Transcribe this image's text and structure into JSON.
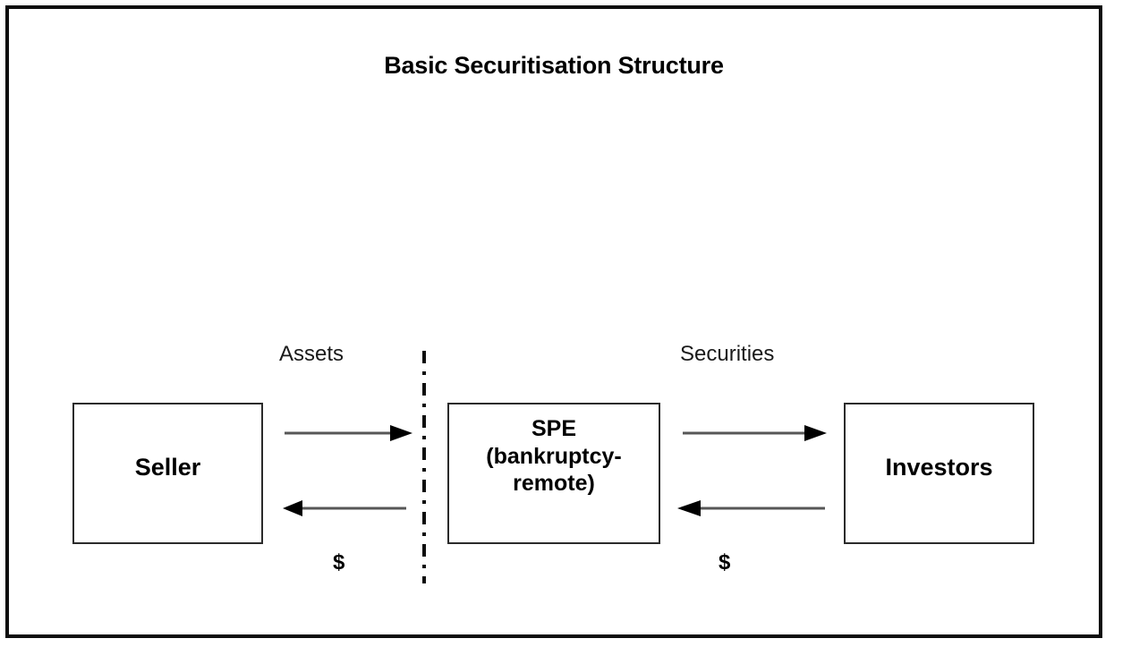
{
  "diagram": {
    "title": "Basic Securitisation Structure",
    "type": "flow-diagram",
    "entities": [
      {
        "id": "seller",
        "label": "Seller"
      },
      {
        "id": "spe",
        "label_line1": "SPE",
        "label_line2": "(bankruptcy-",
        "label_line3": "remote)"
      },
      {
        "id": "investors",
        "label": "Investors"
      }
    ],
    "flows": [
      {
        "id": "assets",
        "label": "Assets",
        "from": "seller",
        "to": "spe",
        "direction": "right"
      },
      {
        "id": "cash-to-seller",
        "label": "$",
        "from": "spe",
        "to": "seller",
        "direction": "left"
      },
      {
        "id": "securities",
        "label": "Securities",
        "from": "spe",
        "to": "investors",
        "direction": "right"
      },
      {
        "id": "cash-to-spe",
        "label": "$",
        "from": "investors",
        "to": "spe",
        "direction": "left"
      }
    ],
    "separator": {
      "style": "dash-dot",
      "orientation": "vertical"
    },
    "colors": {
      "frame": "#0d0d0d",
      "box_border": "#2b2b2b",
      "text": "#000000",
      "arrow_shaft": "#575757",
      "arrow_head": "#000000",
      "background": "#ffffff"
    }
  }
}
